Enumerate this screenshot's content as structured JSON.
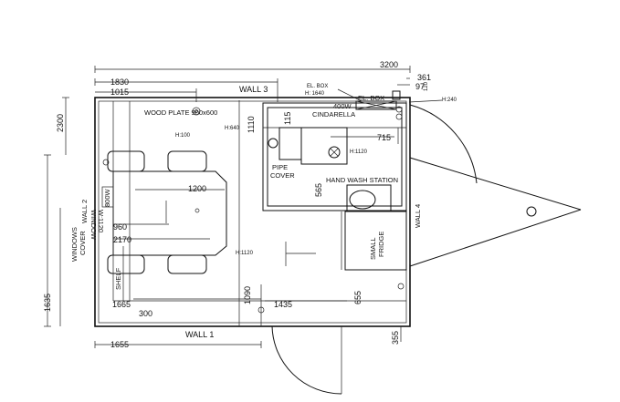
{
  "dims": {
    "total_width": "3200",
    "d1830": "1830",
    "d1015": "1015",
    "d361": "361",
    "d97": "97",
    "d120": "120",
    "d2300": "2300",
    "d1635": "1635",
    "d1200": "1200",
    "d960": "960",
    "d2170": "2170",
    "d1665": "1665",
    "d300": "300",
    "d1435": "1435",
    "d1090": "1090",
    "d655": "655",
    "d1110": "1110",
    "d115": "115",
    "d715": "715",
    "d565": "565",
    "d1655": "1655",
    "d355": "355"
  },
  "walls": {
    "wall1": "WALL 1",
    "wall2": "WALL 2",
    "wall3": "WALL 3",
    "wall4": "WALL 4"
  },
  "labels": {
    "el_box": "EL. BOX",
    "h1640": "H: 1640",
    "el_box2": "EL. BOX",
    "h240": "H:240",
    "w400": "400W",
    "cindarella": "CINDARELLA",
    "wood_plate": "WOOD PLATE 900x600",
    "h100": "H:100",
    "h640": "H:640",
    "h1120a": "H:1120",
    "pipe": "PIPE",
    "cover": "COVER",
    "hand_wash": "HAND WASH STATION",
    "w800": "800W",
    "window_l1": "WINDOW",
    "window_l2": "W:1120",
    "windows_cover_l1": "WINDOWS",
    "windows_cover_l2": "COVER",
    "h1120b": "H:1120",
    "small": "SMALL",
    "fridge": "FRIDGE",
    "shelf": "SHELF"
  }
}
